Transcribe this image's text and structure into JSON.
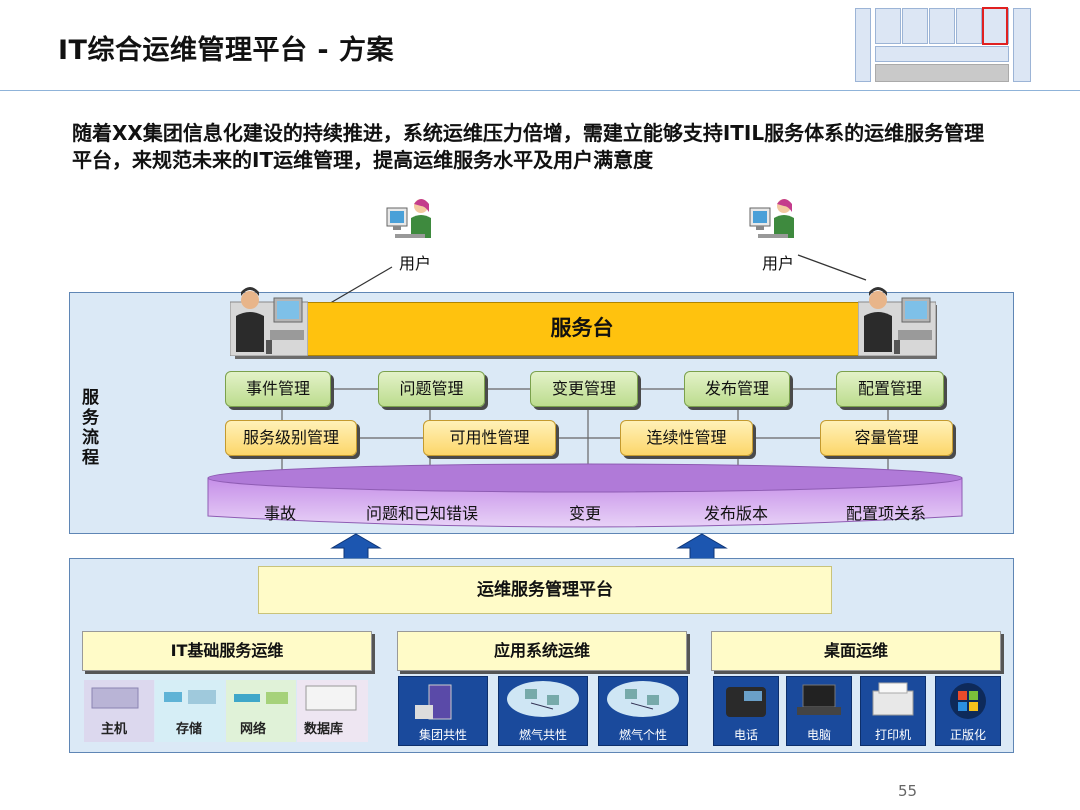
{
  "header": {
    "title": "IT综合运维管理平台 - 方案"
  },
  "intro_text": "随着XX集团信息化建设的持续推进，系统运维压力倍增，需建立能够支持ITIL服务体系的运维服务管理平台，来规范未来的IT运维管理，提高运维服务水平及用户满意度",
  "users": [
    "用户",
    "用户"
  ],
  "process": {
    "side_label": "服务流程",
    "service_desk": "服务台",
    "row1": [
      "事件管理",
      "问题管理",
      "变更管理",
      "发布管理",
      "配置管理"
    ],
    "row2": [
      "服务级别管理",
      "可用性管理",
      "连续性管理",
      "容量管理"
    ],
    "database": [
      "事故",
      "问题和已知错误",
      "变更",
      "发布版本",
      "配置项关系"
    ]
  },
  "platform": {
    "title": "运维服务管理平台",
    "categories": [
      "IT基础服务运维",
      "应用系统运维",
      "桌面运维"
    ],
    "infra_items": [
      "主机",
      "存储",
      "网络",
      "数据库"
    ],
    "app_items": [
      "集团共性",
      "燃气共性",
      "燃气个性"
    ],
    "desktop_items": [
      "电话",
      "电脑",
      "打印机",
      "正版化"
    ]
  },
  "page_number": "55",
  "colors": {
    "service_desk": "#ffc20e",
    "green_box": "#bcdc8e",
    "yellow_box": "#fcd66a",
    "cylinder": "#d9b3f0",
    "panel": "#dbe9f6",
    "tile": "#1a4a9c",
    "arrow": "#1c56b0"
  }
}
